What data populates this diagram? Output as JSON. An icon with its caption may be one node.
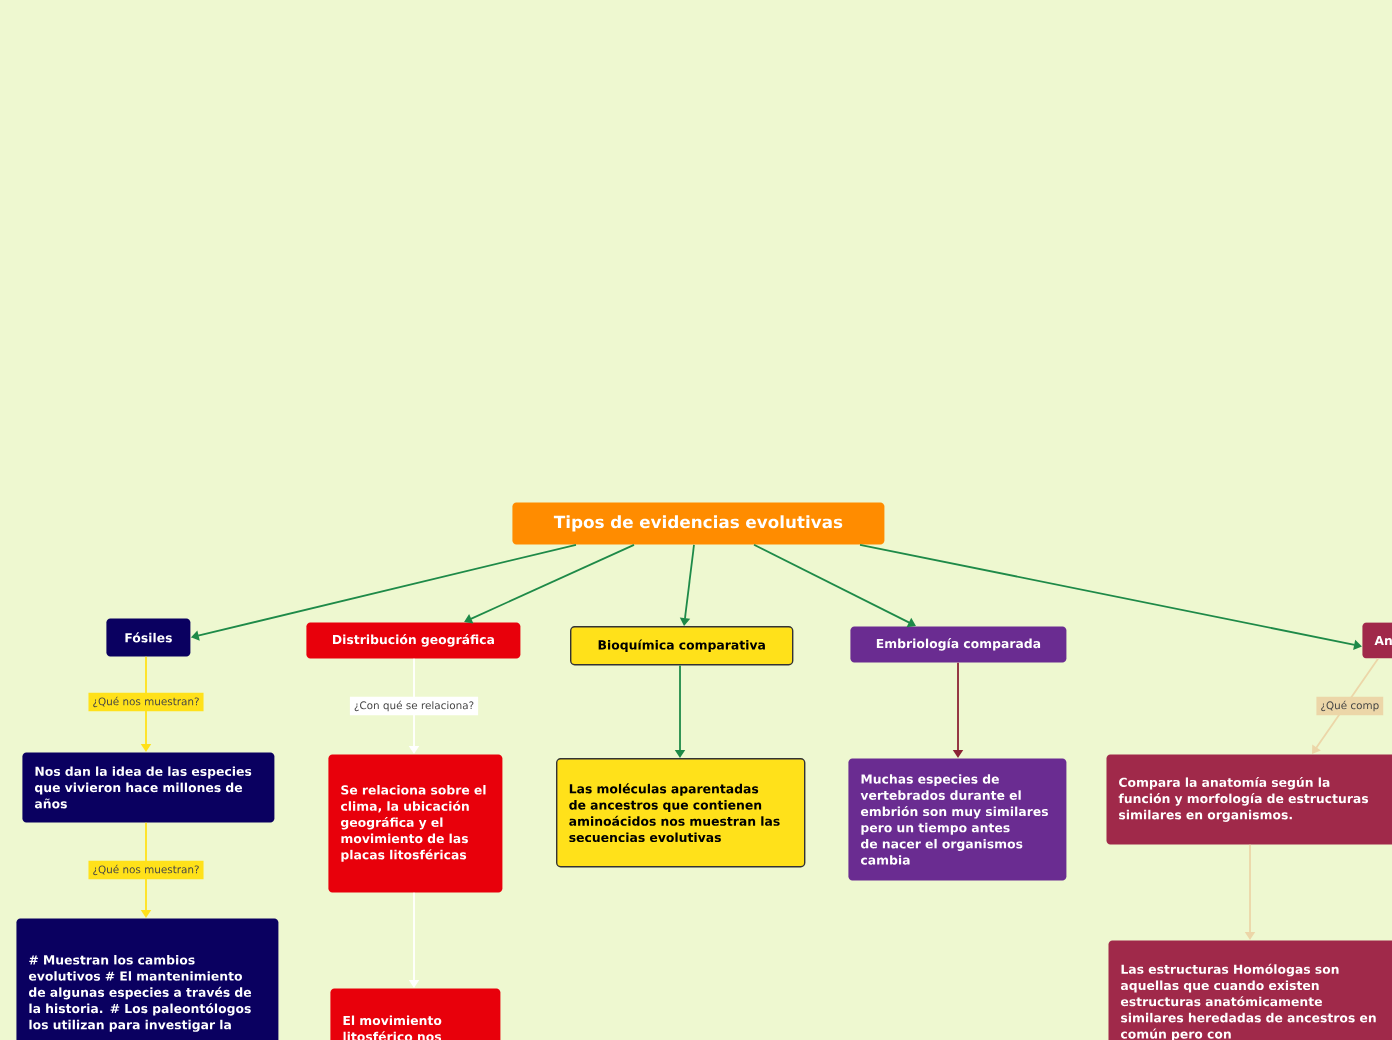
{
  "diagram": {
    "nodes": [
      {
        "text": [
          "Tipos de evidencias evolutivas"
        ]
      },
      {
        "text": [
          "Fósiles"
        ]
      },
      {
        "text": [
          "Distribución geográfica"
        ]
      },
      {
        "text": [
          "Bioquímica comparativa"
        ]
      },
      {
        "text": [
          "Embriología comparada"
        ]
      },
      {
        "text": [
          "An"
        ]
      },
      {
        "text": [
          "Nos dan la idea de las especies que vivieron hace millones de años"
        ]
      },
      {
        "text": [
          "# Muestran los cambios evolutivos # El mantenimiento de algunas especies a través de la historia. # Los paleontólogos los utilizan para investigar la"
        ]
      },
      {
        "text": [
          "Se relaciona sobre el clima, la ubicación geográfica y el movimiento de las placas litosféricas"
        ]
      },
      {
        "text": [
          "El movimiento litosférico nos"
        ]
      },
      {
        "text": [
          "Las moléculas aparentadas de ancestros que contienen aminoácidos nos muestran las secuencias evolutivas"
        ]
      },
      {
        "text": [
          "Muchas especies de vertebrados durante el embrión son muy similares pero un tiempo antes de nacer el organismos cambia"
        ]
      },
      {
        "text": [
          "Compara la anatomía según la función y morfología de estructuras similares en organismos."
        ]
      },
      {
        "text": [
          "Las estructuras Homólogas son aquellas que cuando existen estructuras anatómicamente similares heredadas de ancestros en común  pero con"
        ]
      }
    ],
    "edges": [
      {
        "from": 0,
        "to": 1,
        "arrow": "to"
      },
      {
        "from": 0,
        "to": 2,
        "arrow": "to"
      },
      {
        "from": 0,
        "to": 3,
        "arrow": "to"
      },
      {
        "from": 0,
        "to": 4,
        "arrow": "to"
      },
      {
        "from": 0,
        "to": 5,
        "arrow": "to"
      },
      {
        "from": 1,
        "to": 6,
        "arrow": "to",
        "label": "¿Qué nos muestran?",
        "color": "#ffe11a"
      },
      {
        "from": 6,
        "to": 7,
        "arrow": "to",
        "label": "¿Qué nos muestran?",
        "color": "#ffe11a"
      },
      {
        "from": 2,
        "to": 8,
        "arrow": "to",
        "label": "¿Con qué se relaciona?",
        "color": "#ffffff"
      },
      {
        "from": 8,
        "to": 9,
        "arrow": "to",
        "color": "#ffffff"
      },
      {
        "from": 3,
        "to": 10,
        "arrow": "to"
      },
      {
        "from": 4,
        "to": 11,
        "arrow": "to",
        "color": "#8b2335"
      },
      {
        "from": 5,
        "to": 12,
        "arrow": "to",
        "label": "¿Qué comp",
        "color": "#ecd6a8"
      },
      {
        "from": 12,
        "to": 13,
        "arrow": "to",
        "color": "#ecd6a8"
      }
    ]
  }
}
